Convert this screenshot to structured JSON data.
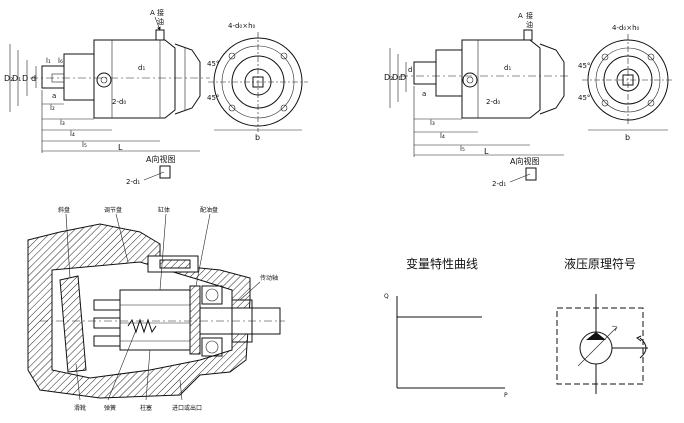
{
  "top_left": {
    "A_label": "A",
    "oil_inlet": "接\n油",
    "bolt_holes": "4-d₀×h₀",
    "dims_left": [
      "D₂",
      "D₁",
      "D",
      "d"
    ],
    "dims_top": [
      "l₁",
      "l₆"
    ],
    "dims_bottom": [
      "l₂",
      "l₃",
      "l₄",
      "l₅",
      "L"
    ],
    "port": "2-d₀",
    "a_label": "a",
    "b_label": "b",
    "d1_label": "d₁",
    "angle_45a": "45°",
    "angle_45b": "45°",
    "view_label": "A向视图",
    "view_port": "2-d₁"
  },
  "top_right": {
    "A_label": "A",
    "oil_inlet": "接\n油",
    "bolt_holes": "4-d₀×h₀",
    "dims_left": [
      "D₂",
      "D₁",
      "D",
      "d"
    ],
    "dims_bottom": [
      "l₃",
      "l₄",
      "l₅",
      "L"
    ],
    "port": "2-d₀",
    "a_label": "a",
    "b_label": "b",
    "d1_label": "d₁",
    "angle_45a": "45°",
    "angle_45b": "45°",
    "view_label": "A向视图",
    "view_port": "2-d₁"
  },
  "section": {
    "labels_top": [
      "斜盘",
      "调节盘",
      "缸体",
      "配油盘"
    ],
    "labels_bottom": [
      "滑靴",
      "弹簧",
      "柱塞",
      "进口或出口"
    ],
    "label_right": "传动轴"
  },
  "curve": {
    "title": "变量特性曲线",
    "y_label": "Q",
    "x_label": "P"
  },
  "symbol": {
    "title": "液压原理符号"
  }
}
